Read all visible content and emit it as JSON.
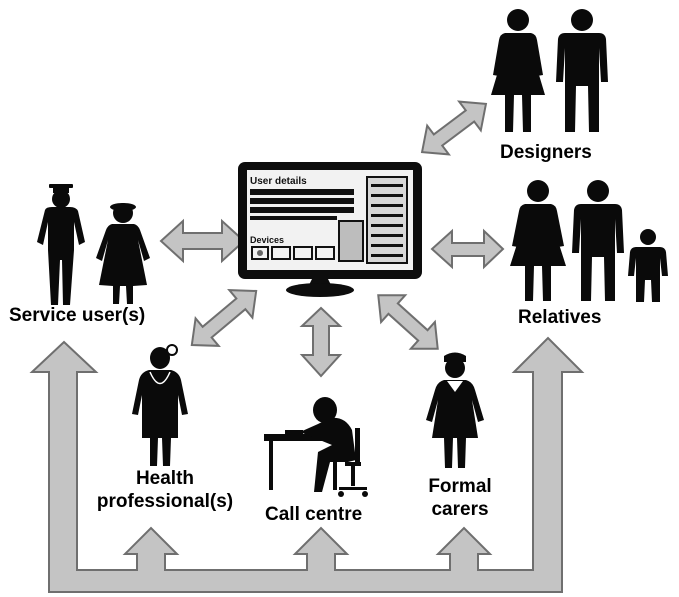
{
  "diagram": {
    "nodes": {
      "service_users": "Service user(s)",
      "designers": "Designers",
      "relatives": "Relatives",
      "health_line1": "Health",
      "health_line2": "professional(s)",
      "call_centre": "Call centre",
      "formal_line1": "Formal",
      "formal_line2": "carers"
    },
    "screen": {
      "user_details": "User details",
      "devices": "Devices"
    },
    "colors": {
      "figure": "#0a0a0a",
      "arrow_fill": "#c4c4c4",
      "arrow_stroke": "#6f6f6f",
      "screen_bg": "#f2f2f2"
    }
  }
}
